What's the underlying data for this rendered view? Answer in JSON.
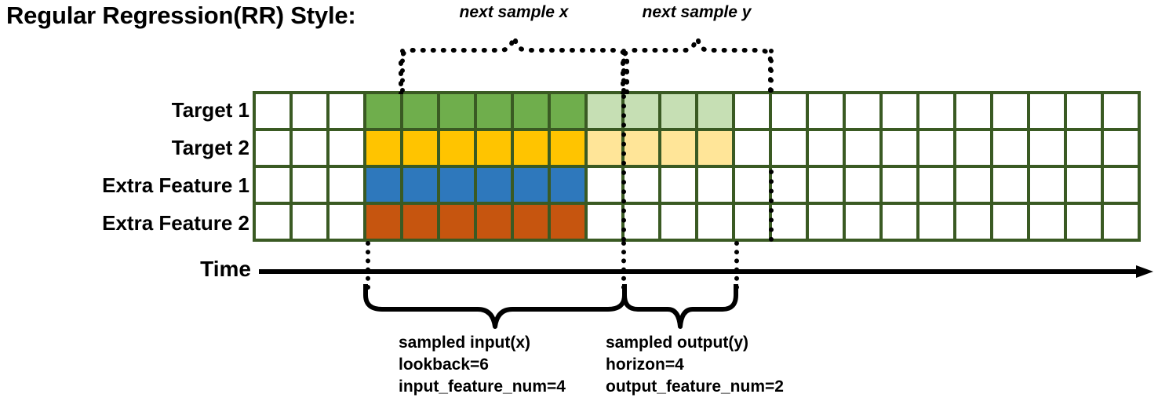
{
  "title": "Regular Regression(RR) Style:",
  "time_axis_label": "Time",
  "rows": [
    {
      "label": "Target 1",
      "name": "target-1"
    },
    {
      "label": "Target 2",
      "name": "target-2"
    },
    {
      "label": "Extra Feature 1",
      "name": "extra-feature-1"
    },
    {
      "label": "Extra Feature 2",
      "name": "extra-feature-2"
    }
  ],
  "grid": {
    "columns": 24,
    "input_start_col": 3,
    "input_end_col": 9,
    "output_start_col": 9,
    "output_end_col": 13,
    "cell_colors": [
      [
        "#ffffff",
        "#ffffff",
        "#ffffff",
        "#6FAE4C",
        "#6FAE4C",
        "#6FAE4C",
        "#6FAE4C",
        "#6FAE4C",
        "#6FAE4C",
        "#C6DFB4",
        "#C6DFB4",
        "#C6DFB4",
        "#C6DFB4",
        "#ffffff",
        "#ffffff",
        "#ffffff",
        "#ffffff",
        "#ffffff",
        "#ffffff",
        "#ffffff",
        "#ffffff",
        "#ffffff",
        "#ffffff",
        "#ffffff"
      ],
      [
        "#ffffff",
        "#ffffff",
        "#ffffff",
        "#FFC400",
        "#FFC400",
        "#FFC400",
        "#FFC400",
        "#FFC400",
        "#FFC400",
        "#FFE598",
        "#FFE598",
        "#FFE598",
        "#FFE598",
        "#ffffff",
        "#ffffff",
        "#ffffff",
        "#ffffff",
        "#ffffff",
        "#ffffff",
        "#ffffff",
        "#ffffff",
        "#ffffff",
        "#ffffff",
        "#ffffff"
      ],
      [
        "#ffffff",
        "#ffffff",
        "#ffffff",
        "#2E78BC",
        "#2E78BC",
        "#2E78BC",
        "#2E78BC",
        "#2E78BC",
        "#2E78BC",
        "#ffffff",
        "#ffffff",
        "#ffffff",
        "#ffffff",
        "#ffffff",
        "#ffffff",
        "#ffffff",
        "#ffffff",
        "#ffffff",
        "#ffffff",
        "#ffffff",
        "#ffffff",
        "#ffffff",
        "#ffffff",
        "#ffffff"
      ],
      [
        "#ffffff",
        "#ffffff",
        "#ffffff",
        "#C6550F",
        "#C6550F",
        "#C6550F",
        "#C6550F",
        "#C6550F",
        "#C6550F",
        "#ffffff",
        "#ffffff",
        "#ffffff",
        "#ffffff",
        "#ffffff",
        "#ffffff",
        "#ffffff",
        "#ffffff",
        "#ffffff",
        "#ffffff",
        "#ffffff",
        "#ffffff",
        "#ffffff",
        "#ffffff",
        "#ffffff"
      ]
    ],
    "border_color": "#3A5A23",
    "colors": {
      "target1": "#6FAE4C",
      "target1_light": "#C6DFB4",
      "target2": "#FFC400",
      "target2_light": "#FFE598",
      "extra1": "#2E78BC",
      "extra2": "#C6550F",
      "grid_border": "#3A5A23",
      "empty": "#ffffff"
    }
  },
  "top_annotations": [
    {
      "label": "next sample x",
      "name": "next-sample-x"
    },
    {
      "label": "next sample y",
      "name": "next-sample-y"
    }
  ],
  "bottom_annotations": [
    {
      "name": "sampled-input",
      "title": "sampled input(x)",
      "line2": "lookback=6",
      "line3": "input_feature_num=4"
    },
    {
      "name": "sampled-output",
      "title": "sampled output(y)",
      "line2": "horizon=4",
      "line3": "output_feature_num=2"
    }
  ]
}
